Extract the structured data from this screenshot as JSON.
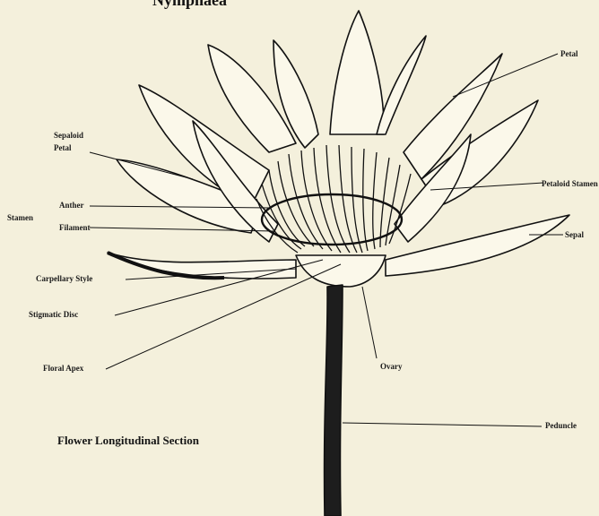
{
  "title": "Nymphaea",
  "caption": "Flower Longitudinal Section",
  "labels": {
    "petal": "Petal",
    "sepaloid_petal_line1": "Sepaloid",
    "sepaloid_petal_line2": "Petal",
    "petaloid_stamen": "Petaloid Stamen",
    "stamen": "Stamen",
    "anther": "Anther",
    "filament": "Filament",
    "sepal": "Sepal",
    "carpellary_style": "Carpellary Style",
    "stigmatic_disc": "Stigmatic Disc",
    "floral_apex": "Floral Apex",
    "ovary": "Ovary",
    "peduncle": "Peduncle"
  },
  "colors": {
    "background": "#f4f0dc",
    "ink": "#111111"
  }
}
